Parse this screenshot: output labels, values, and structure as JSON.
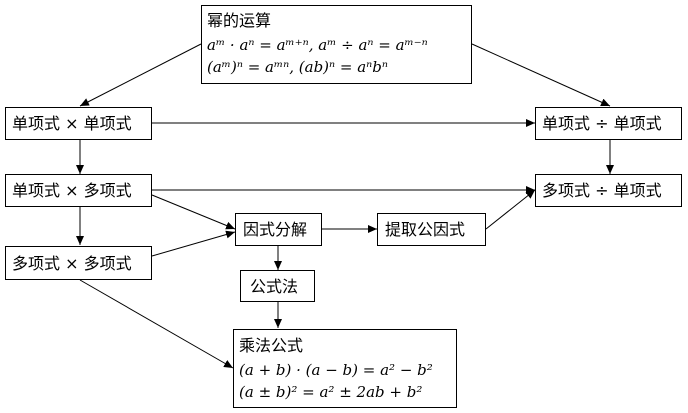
{
  "nodes": {
    "power": {
      "title": "幂的运算",
      "formula1": "aᵐ · aⁿ = aᵐ⁺ⁿ, aᵐ ÷ aⁿ = aᵐ⁻ⁿ",
      "formula2": "(aᵐ)ⁿ = aᵐⁿ, (ab)ⁿ = aⁿbⁿ"
    },
    "mono_x_mono": "单项式 × 单项式",
    "mono_div_mono": "单项式 ÷ 单项式",
    "mono_x_poly": "单项式 × 多项式",
    "poly_div_mono": "多项式 ÷ 单项式",
    "factor": "因式分解",
    "common_factor": "提取公因式",
    "poly_x_poly": "多项式 × 多项式",
    "formula_method": "公式法",
    "mult_formula": {
      "title": "乘法公式",
      "formula1": "(a + b) · (a − b) = a² − b²",
      "formula2": "(a ± b)² = a² ± 2ab + b²"
    }
  }
}
